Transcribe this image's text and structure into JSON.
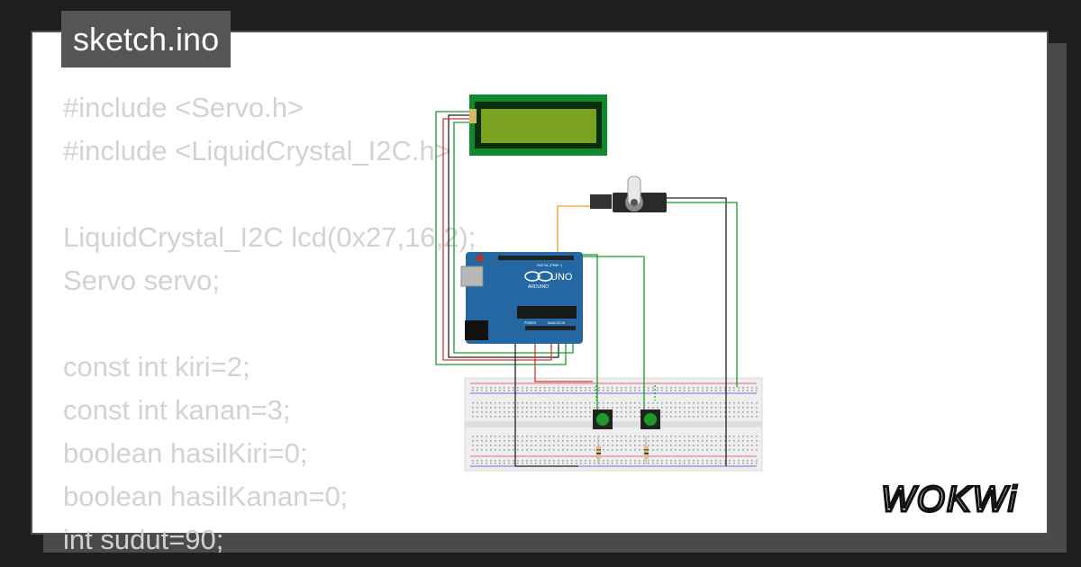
{
  "file": {
    "name": "sketch.ino"
  },
  "code": {
    "lines": [
      "#include <Servo.h>",
      "#include <LiquidCrystal_I2C.h>",
      "",
      "LiquidCrystal_I2C lcd(0x27,16,2);",
      "Servo servo;",
      "",
      "const int kiri=2;",
      "const int kanan=3;",
      "boolean hasilKiri=0;",
      "boolean hasilKanan=0;",
      "int sudut=90;"
    ]
  },
  "board": {
    "name": "UNO",
    "brand": "ARDUINO",
    "header_digital": "DIGITAL (PWM ~)",
    "header_analog": "ANALOG IN",
    "header_power": "POWER"
  },
  "brand": {
    "logo_text": "WOKWi"
  },
  "colors": {
    "background": "#1e1e1e",
    "card": "#ffffff",
    "code_text": "#d2d2d2",
    "label_bg": "#555555",
    "arduino_blue": "#2368a2",
    "lcd_green": "#0e8a2e",
    "wire_red": "#e03030",
    "wire_green": "#1a9a2a",
    "wire_black": "#222222",
    "wire_orange": "#f0a020"
  },
  "icons": {
    "board": "arduino-uno-icon",
    "lcd": "lcd-1602-icon",
    "servo": "servo-motor-icon",
    "buttons": "pushbutton-icon",
    "resistors": "resistor-icon"
  }
}
